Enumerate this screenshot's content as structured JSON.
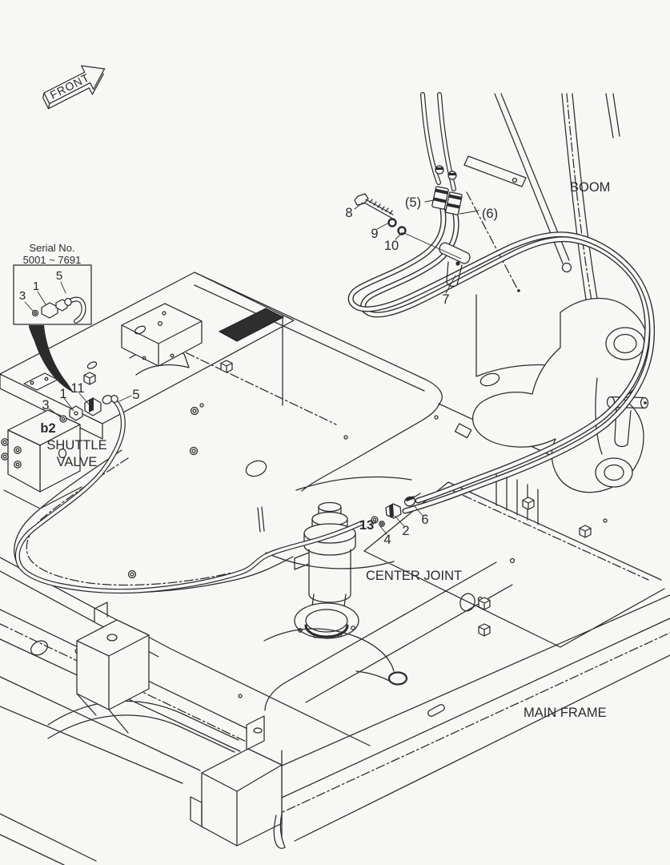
{
  "page": {
    "background": "#f7f7f5",
    "line_color": "#2b2b2b"
  },
  "orientation": {
    "front_label": "FRONT"
  },
  "serial_note": {
    "title": "Serial No.",
    "range": "5001 ~ 7691",
    "callouts": {
      "c3": "3",
      "c1": "1",
      "c5": "5"
    }
  },
  "component_labels": {
    "boom": "BOOM",
    "main_frame": "MAIN FRAME",
    "center_joint": "CENTER JOINT",
    "shuttle_valve_line1": "SHUTTLE",
    "shuttle_valve_line2": "VALVE",
    "port": "b2"
  },
  "callouts": {
    "c1": "1",
    "c2": "2",
    "c3": "3",
    "c4": "4",
    "c5": "5",
    "c6": "6",
    "c7": "7",
    "c8": "8",
    "c9": "9",
    "c10": "10",
    "c11": "11",
    "c13": "13",
    "c5_paren": "(5)",
    "c6_paren": "(6)"
  }
}
